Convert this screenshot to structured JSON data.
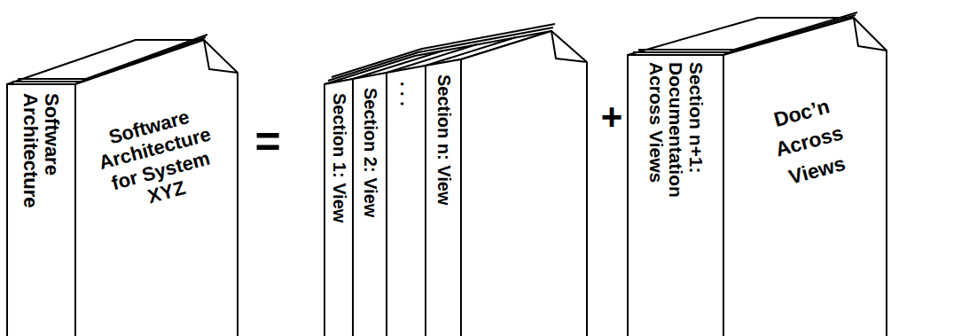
{
  "diagram": {
    "nodes": [
      {
        "text": [
          "Software Architecture",
          "Software Architecture for System XYZ"
        ]
      },
      {
        "text": [
          "Section 1: View"
        ]
      },
      {
        "text": [
          "Section 2: View"
        ]
      },
      {
        "text": [
          ". . ."
        ]
      },
      {
        "text": [
          "Section n: View"
        ]
      },
      {
        "text": [
          "Section n+1: Documentation Across Views",
          "Doc’n Across Views"
        ]
      }
    ],
    "labels": [
      "=",
      "+"
    ]
  }
}
